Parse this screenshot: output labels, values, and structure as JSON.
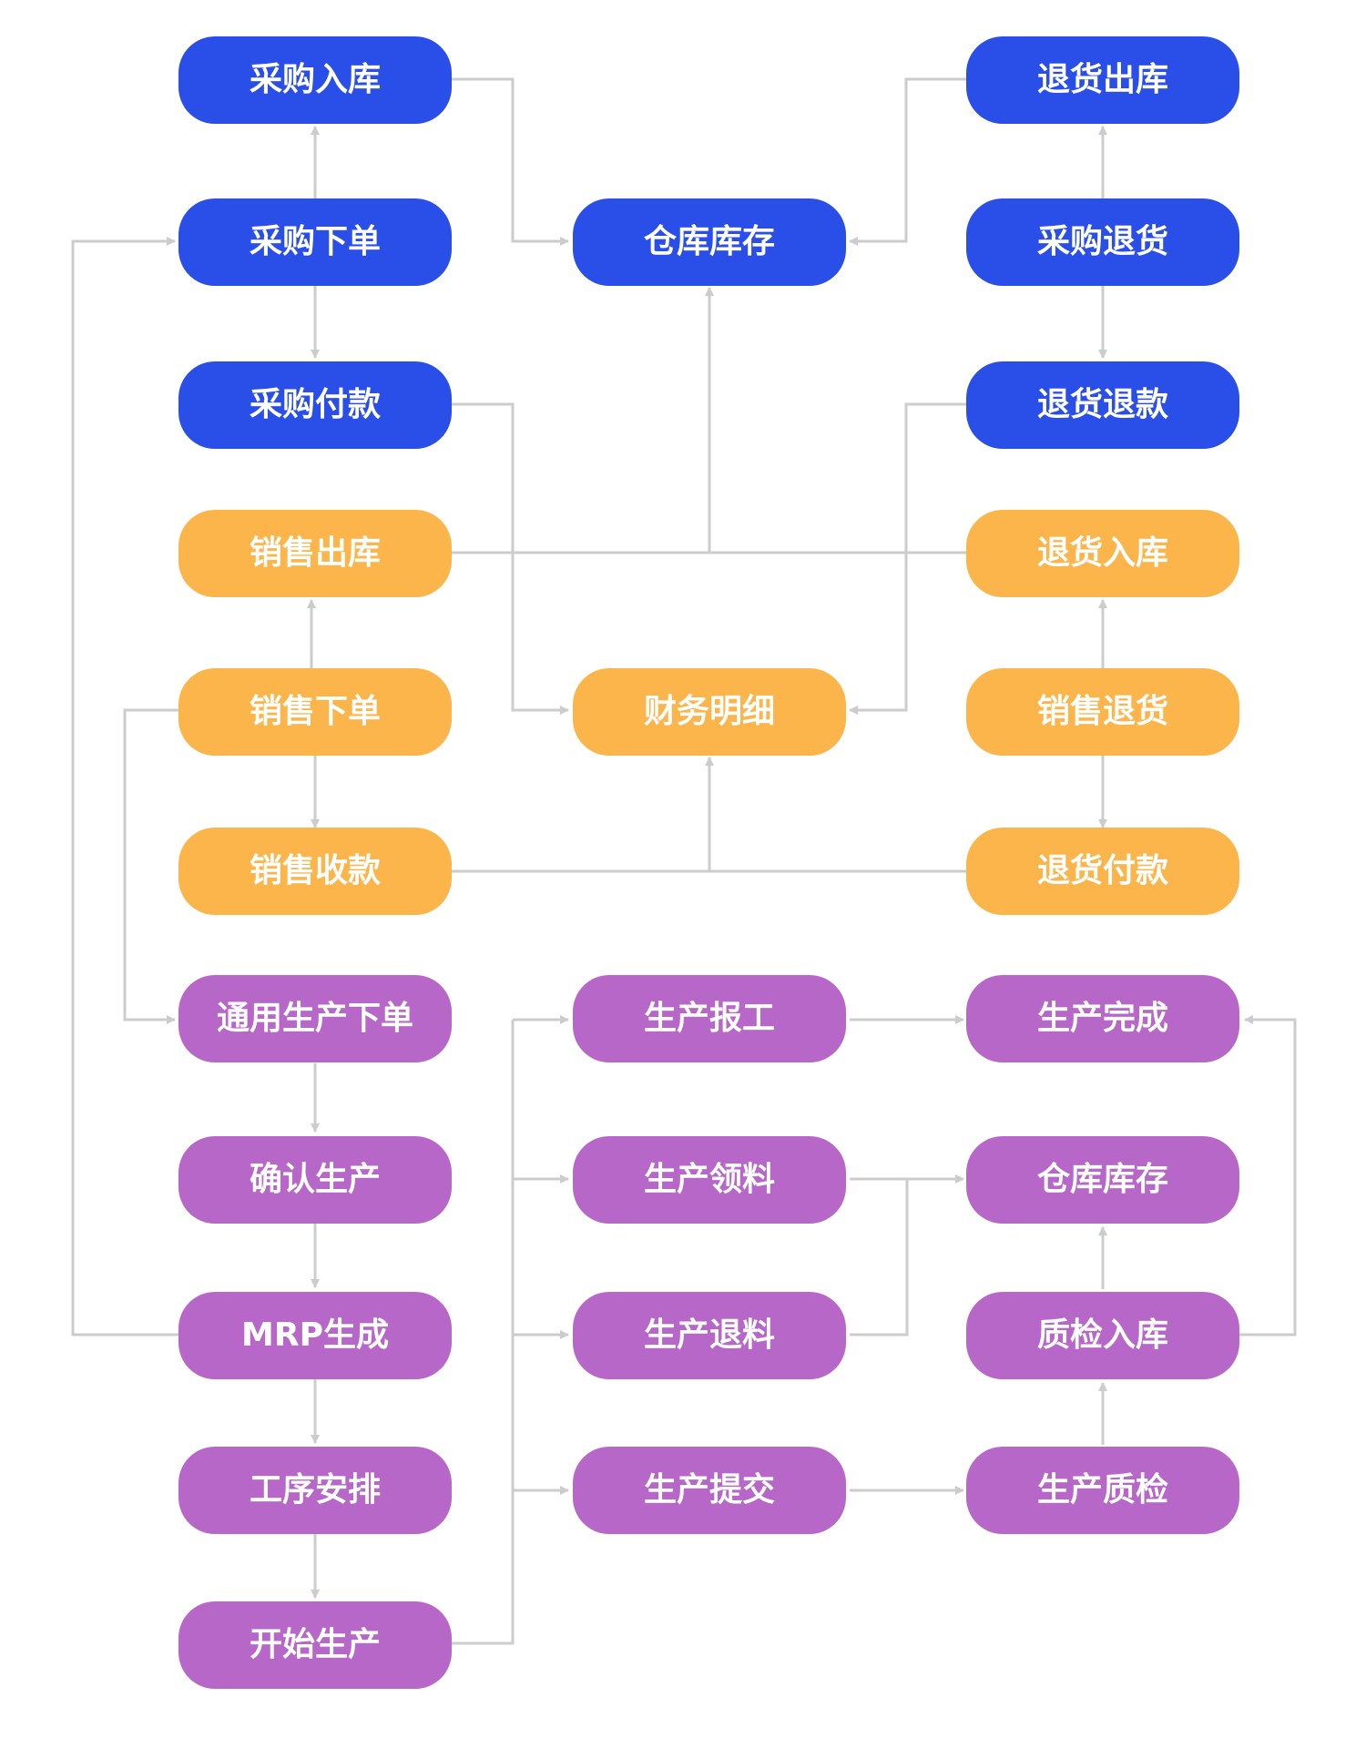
{
  "colors": {
    "purchase": "#2a4fe8",
    "sales": "#fcb54b",
    "production": "#b767c8",
    "connector": "#cccccc",
    "text": "#ffffff",
    "background": "#ffffff"
  },
  "nodes": [
    {
      "id": "purchase-stock-in",
      "label": "采购入库",
      "group": "purchase"
    },
    {
      "id": "purchase-order",
      "label": "采购下单",
      "group": "purchase"
    },
    {
      "id": "purchase-payment",
      "label": "采购付款",
      "group": "purchase"
    },
    {
      "id": "warehouse-inventory-top",
      "label": "仓库库存",
      "group": "purchase"
    },
    {
      "id": "return-stock-out",
      "label": "退货出库",
      "group": "purchase"
    },
    {
      "id": "purchase-return",
      "label": "采购退货",
      "group": "purchase"
    },
    {
      "id": "return-refund",
      "label": "退货退款",
      "group": "purchase"
    },
    {
      "id": "sales-stock-out",
      "label": "销售出库",
      "group": "sales"
    },
    {
      "id": "sales-order",
      "label": "销售下单",
      "group": "sales"
    },
    {
      "id": "sales-collection",
      "label": "销售收款",
      "group": "sales"
    },
    {
      "id": "finance-detail",
      "label": "财务明细",
      "group": "sales"
    },
    {
      "id": "return-stock-in",
      "label": "退货入库",
      "group": "sales"
    },
    {
      "id": "sales-return",
      "label": "销售退货",
      "group": "sales"
    },
    {
      "id": "return-payment",
      "label": "退货付款",
      "group": "sales"
    },
    {
      "id": "general-production-order",
      "label": "通用生产下单",
      "group": "production"
    },
    {
      "id": "confirm-production",
      "label": "确认生产",
      "group": "production"
    },
    {
      "id": "mrp-generate",
      "label": "MRP生成",
      "group": "production"
    },
    {
      "id": "process-schedule",
      "label": "工序安排",
      "group": "production"
    },
    {
      "id": "start-production",
      "label": "开始生产",
      "group": "production"
    },
    {
      "id": "production-report",
      "label": "生产报工",
      "group": "production"
    },
    {
      "id": "production-material-pick",
      "label": "生产领料",
      "group": "production"
    },
    {
      "id": "production-material-return",
      "label": "生产退料",
      "group": "production"
    },
    {
      "id": "production-submit",
      "label": "生产提交",
      "group": "production"
    },
    {
      "id": "production-complete",
      "label": "生产完成",
      "group": "production"
    },
    {
      "id": "warehouse-inventory-bottom",
      "label": "仓库库存",
      "group": "production"
    },
    {
      "id": "qc-stock-in",
      "label": "质检入库",
      "group": "production"
    },
    {
      "id": "production-qc",
      "label": "生产质检",
      "group": "production"
    }
  ]
}
